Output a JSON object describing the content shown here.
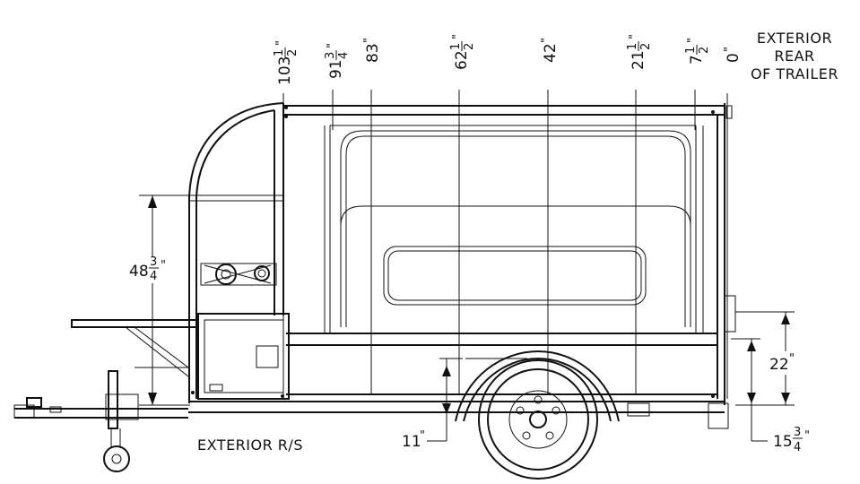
{
  "labels": {
    "exterior_rear_line1": "EXTERIOR",
    "exterior_rear_line2": "REAR",
    "exterior_rear_line3": "OF TRAILER",
    "exterior_side": "EXTERIOR R/S"
  },
  "top_dimensions": [
    {
      "whole": "103",
      "num": "1",
      "den": "2",
      "unit": "\""
    },
    {
      "whole": "91",
      "num": "3",
      "den": "4",
      "unit": "\""
    },
    {
      "whole": "83",
      "num": "",
      "den": "",
      "unit": "\""
    },
    {
      "whole": "62",
      "num": "1",
      "den": "2",
      "unit": "\""
    },
    {
      "whole": "42",
      "num": "",
      "den": "",
      "unit": "\""
    },
    {
      "whole": "21",
      "num": "1",
      "den": "2",
      "unit": "\""
    },
    {
      "whole": "7",
      "num": "1",
      "den": "2",
      "unit": "\""
    },
    {
      "whole": "0",
      "num": "",
      "den": "",
      "unit": "\""
    }
  ],
  "side_dimensions": {
    "height_left": {
      "whole": "48",
      "num": "3",
      "den": "4",
      "unit": "\""
    },
    "ground_clear": {
      "whole": "11",
      "unit": "\""
    },
    "right_upper": {
      "whole": "22",
      "unit": "\""
    },
    "right_lower": {
      "whole": "15",
      "num": "3",
      "den": "4",
      "unit": "\""
    }
  }
}
